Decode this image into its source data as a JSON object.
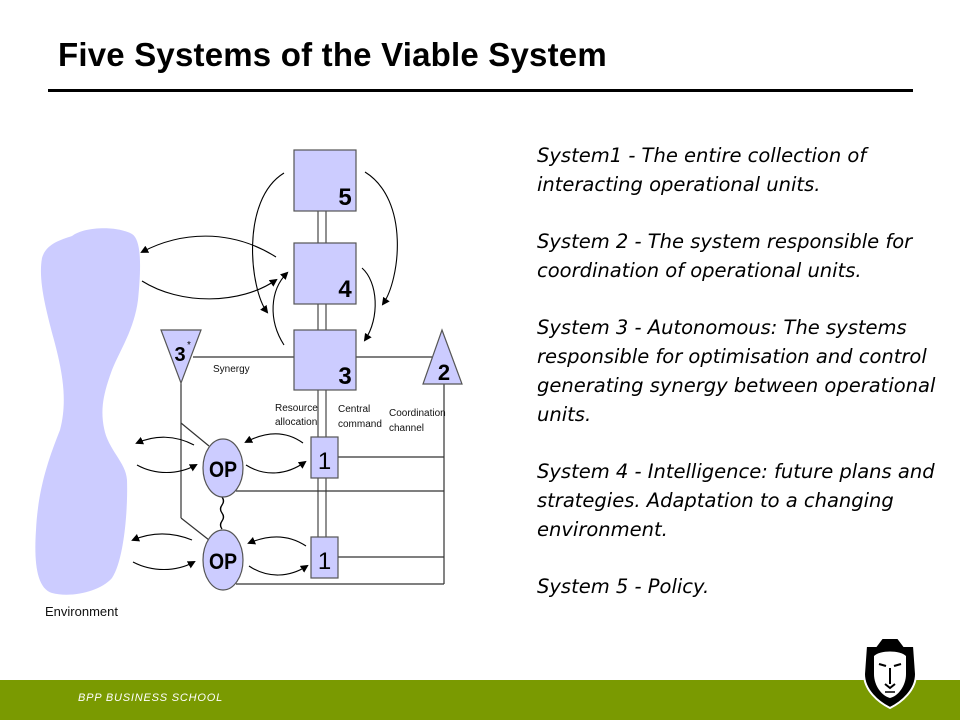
{
  "slide": {
    "title": "Five Systems of the Viable System"
  },
  "diagram": {
    "boxes": {
      "s5": "5",
      "s4": "4",
      "s3": "3",
      "s1a": "1",
      "s1b": "1"
    },
    "triangles": {
      "s3star": "3",
      "s3star_sup": "*",
      "s2": "2"
    },
    "ops": {
      "op1": "OP",
      "op2": "OP"
    },
    "labels": {
      "synergy": "Synergy",
      "resource": [
        "Resource",
        "allocation"
      ],
      "central": [
        "Central",
        "command"
      ],
      "coordination": [
        "Coordination",
        "channel"
      ],
      "environment": "Environment"
    },
    "colors": {
      "fill": "#ccccff",
      "stroke": "#555555",
      "line": "#000000"
    }
  },
  "systems": [
    {
      "label": "System1 - The entire collection of interacting operational units."
    },
    {
      "label": "System 2 - The system responsible for coordination of operational units."
    },
    {
      "label": "System 3  - Autonomous: The systems responsible for optimisation and control generating synergy between operational units."
    },
    {
      "label": "System 4  - Intelligence: future plans and strategies. Adaptation to a changing environment."
    },
    {
      "label": "System 5 - Policy."
    }
  ],
  "footer": {
    "text": "BPP BUSINESS SCHOOL",
    "color": "#7a9a01"
  },
  "logo": {
    "name": "BPP lion shield logo"
  }
}
